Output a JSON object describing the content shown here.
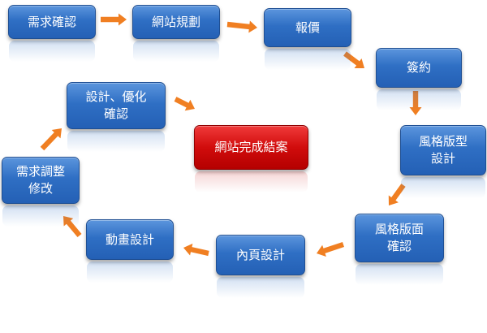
{
  "diagram": {
    "nodes": [
      {
        "id": "requirement-confirm",
        "label": "需求確認"
      },
      {
        "id": "site-planning",
        "label": "網站規劃"
      },
      {
        "id": "quotation",
        "label": "報價"
      },
      {
        "id": "contract-signing",
        "label": "簽約"
      },
      {
        "id": "style-design",
        "label": "風格版型\n設計"
      },
      {
        "id": "style-confirm",
        "label": "風格版面\n確認"
      },
      {
        "id": "inner-page-design",
        "label": "內頁設計"
      },
      {
        "id": "animation-design",
        "label": "動畫設計"
      },
      {
        "id": "revision",
        "label": "需求調整\n修改"
      },
      {
        "id": "optimize-confirm",
        "label": "設計、優化\n確認"
      },
      {
        "id": "project-complete",
        "label": "網站完成結案"
      }
    ],
    "colors": {
      "node": "#2f6fc4",
      "center": "#d10c0c",
      "arrow": "#f07f22"
    }
  }
}
